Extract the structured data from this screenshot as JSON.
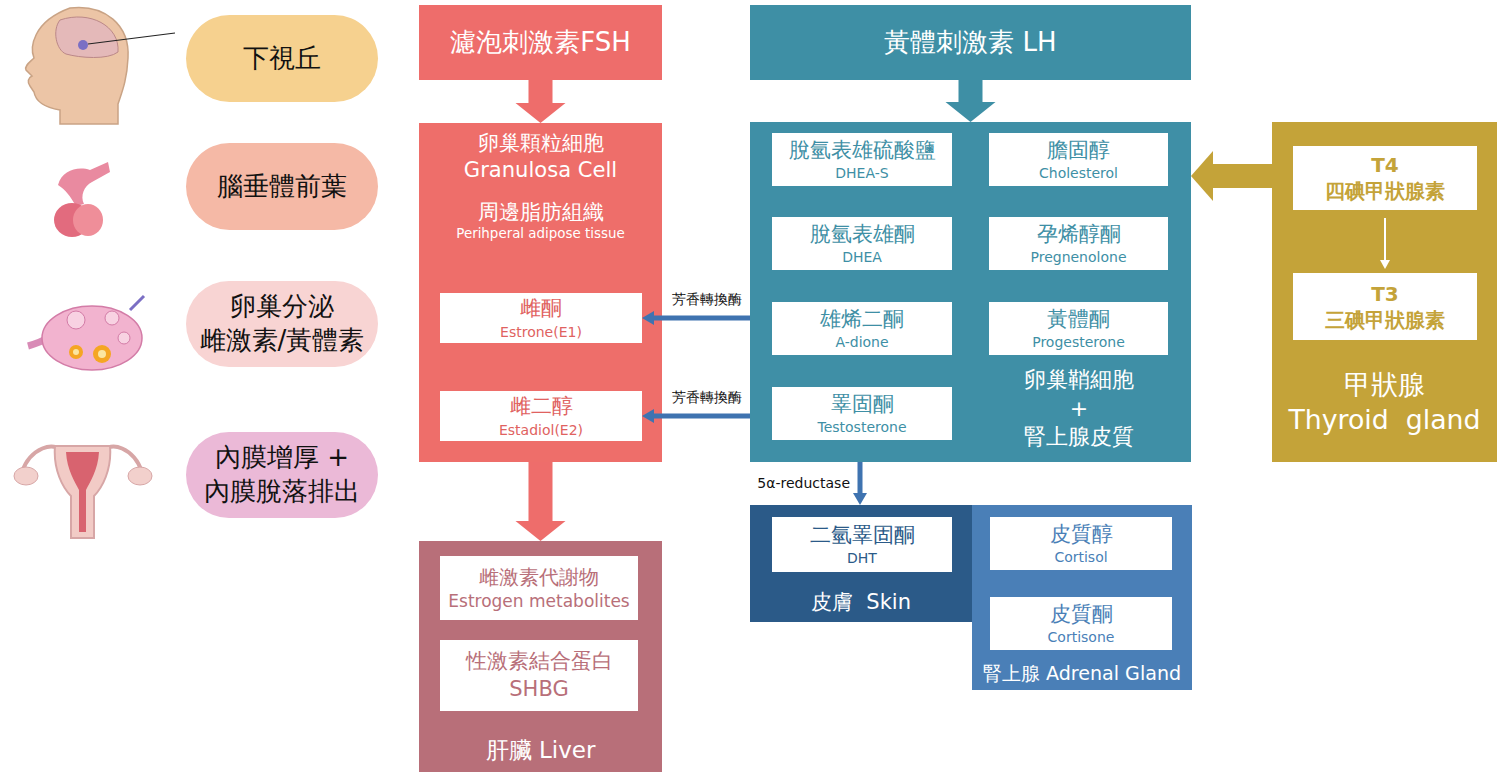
{
  "diagram": {
    "nodes": [
      {
        "text": [
          "下視丘"
        ]
      },
      {
        "text": [
          "腦垂體前葉"
        ]
      },
      {
        "text": [
          "卵巢分泌 雌激素/黃體素"
        ]
      },
      {
        "text": [
          "內膜增厚 + 內膜脫落排出"
        ]
      },
      {
        "text": [
          "濾泡刺激素FSH"
        ]
      },
      {
        "text": [
          "卵巢顆粒細胞",
          "Granulosa Cell",
          "周邊脂肪組織",
          "Perihperal adipose tissue"
        ]
      },
      {
        "text": [
          "雌酮",
          "Estrone(E1)"
        ],
        "in": 5
      },
      {
        "text": [
          "雌二醇",
          "Estadiol(E2)"
        ],
        "in": 5
      },
      {
        "text": [
          "黃體刺激素 LH"
        ]
      },
      {
        "text": [
          "卵巢鞘細胞",
          "+",
          "腎上腺皮質"
        ]
      },
      {
        "text": [
          "脫氫表雄硫酸鹽",
          "DHEA-S"
        ],
        "in": 9
      },
      {
        "text": [
          "膽固醇",
          "Cholesterol"
        ],
        "in": 9
      },
      {
        "text": [
          "脫氫表雄酮",
          "DHEA"
        ],
        "in": 9
      },
      {
        "text": [
          "孕烯醇酮",
          "Pregnenolone"
        ],
        "in": 9
      },
      {
        "text": [
          "雄烯二酮",
          "A-dione"
        ],
        "in": 9
      },
      {
        "text": [
          "黃體酮",
          "Progesterone"
        ],
        "in": 9
      },
      {
        "text": [
          "睪固酮",
          "Testosterone"
        ],
        "in": 9
      },
      {
        "text": [
          "甲狀腺",
          "Thyroid  gland"
        ]
      },
      {
        "text": [
          "T4",
          "四碘甲狀腺素"
        ],
        "in": 17
      },
      {
        "text": [
          "T3",
          "三碘甲狀腺素"
        ],
        "in": 17
      },
      {
        "text": [
          "肝臟 Liver"
        ]
      },
      {
        "text": [
          "雌激素代謝物",
          "Estrogen metabolites"
        ],
        "in": 20
      },
      {
        "text": [
          "性激素結合蛋白",
          "SHBG"
        ],
        "in": 20
      },
      {
        "text": [
          "皮膚  Skin"
        ]
      },
      {
        "text": [
          "二氫睪固酮",
          "DHT"
        ],
        "in": 23
      },
      {
        "text": [
          "腎上腺 Adrenal Gland"
        ]
      },
      {
        "text": [
          "皮質醇",
          "Cortisol"
        ],
        "in": 25
      },
      {
        "text": [
          "皮質酮",
          "Cortisone"
        ],
        "in": 25
      }
    ],
    "edges": [
      {
        "from": 4,
        "to": 5,
        "arrow": "to"
      },
      {
        "from": 8,
        "to": 9,
        "arrow": "to"
      },
      {
        "from": 17,
        "to": 9,
        "arrow": "to"
      },
      {
        "from": 18,
        "to": 19,
        "arrow": "to"
      },
      {
        "from": 9,
        "to": 6,
        "label": "芳香轉換酶",
        "arrow": "to"
      },
      {
        "from": 9,
        "to": 7,
        "label": "芳香轉換酶",
        "arrow": "to"
      },
      {
        "from": 5,
        "to": 20,
        "arrow": "to"
      },
      {
        "from": 9,
        "to": 23,
        "label": "5α-reductase",
        "arrow": "to"
      }
    ]
  }
}
